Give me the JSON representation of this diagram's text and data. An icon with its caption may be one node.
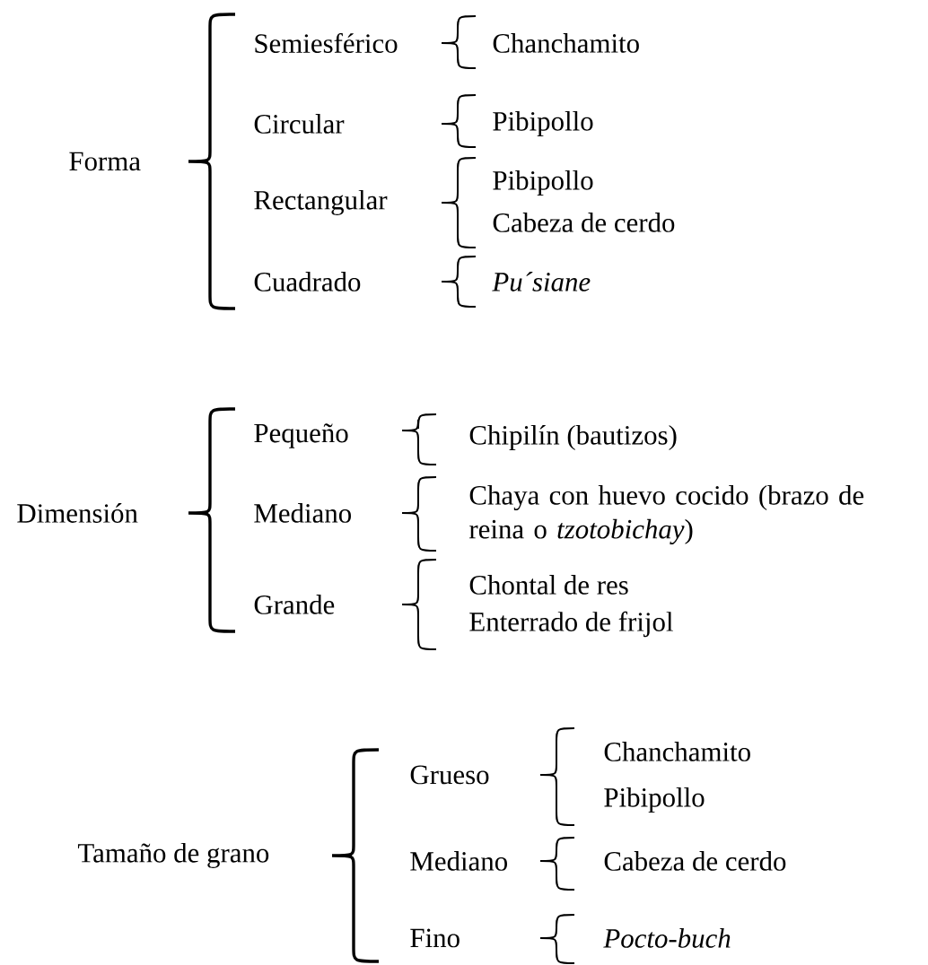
{
  "diagram": {
    "nodes": [
      {
        "text": [
          "Forma"
        ]
      },
      {
        "text": [
          "Semiesférico"
        ]
      },
      {
        "text": [
          "Chanchamito"
        ]
      },
      {
        "text": [
          "Circular"
        ]
      },
      {
        "text": [
          "Pibipollo"
        ]
      },
      {
        "text": [
          "Rectangular"
        ]
      },
      {
        "text": [
          "Pibipollo"
        ]
      },
      {
        "text": [
          "Cabeza de cerdo"
        ]
      },
      {
        "text": [
          "Cuadrado"
        ]
      },
      {
        "text": [
          "*Pu´siane*"
        ]
      },
      {
        "text": [
          "Dimensión"
        ]
      },
      {
        "text": [
          "Pequeño"
        ]
      },
      {
        "text": [
          "Chipilín (bautizos)"
        ]
      },
      {
        "text": [
          "Mediano"
        ]
      },
      {
        "text": [
          "Chaya con huevo cocido (brazo de reina o *tzotobichay*)"
        ]
      },
      {
        "text": [
          "Grande"
        ]
      },
      {
        "text": [
          "Chontal de res"
        ]
      },
      {
        "text": [
          "Enterrado de frijol"
        ]
      },
      {
        "text": [
          "Tamaño de grano"
        ]
      },
      {
        "text": [
          "Grueso"
        ]
      },
      {
        "text": [
          "Chanchamito"
        ]
      },
      {
        "text": [
          "Pibipollo"
        ]
      },
      {
        "text": [
          "Mediano"
        ]
      },
      {
        "text": [
          "Cabeza de cerdo"
        ]
      },
      {
        "text": [
          "Fino"
        ]
      },
      {
        "text": [
          "*Pocto-buch*"
        ]
      }
    ]
  }
}
